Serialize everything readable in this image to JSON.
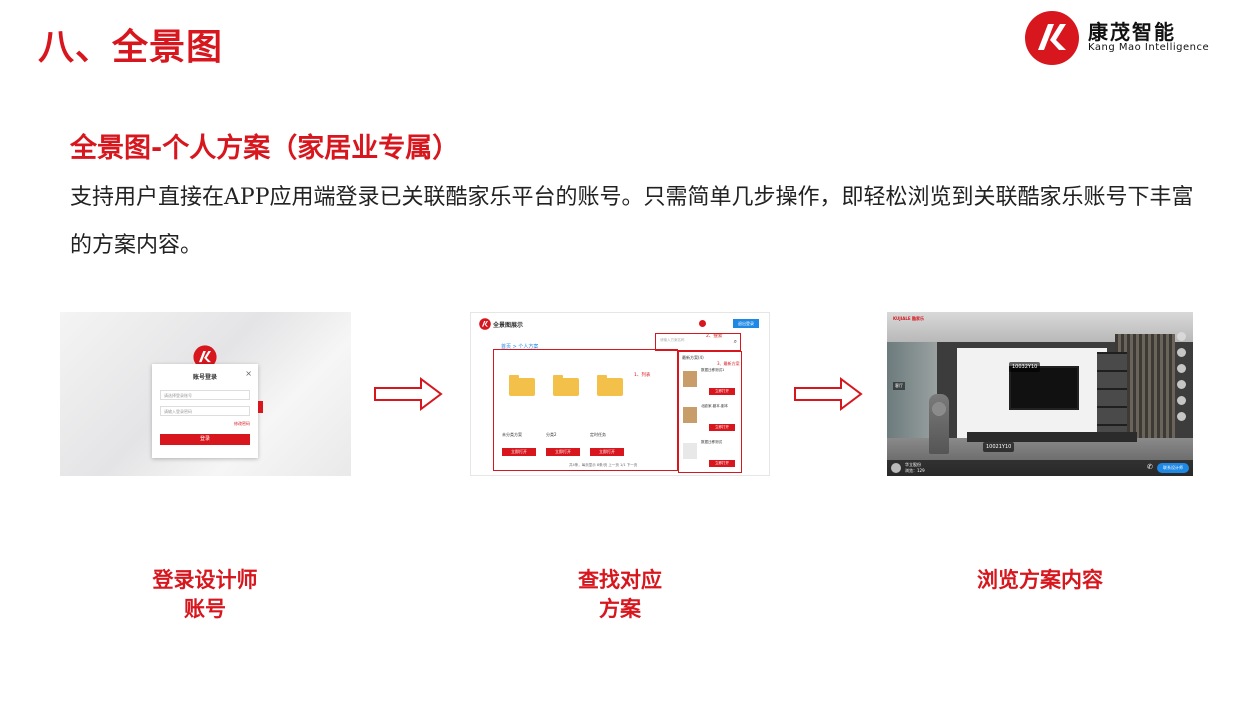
{
  "section_title": "八、全景图",
  "brand": {
    "name_cn": "康茂智能",
    "name_en": "Kang Mao Intelligence",
    "color": "#d7161e"
  },
  "subtitle": "全景图-个人方案（家居业专属）",
  "description": "支持用户直接在APP应用端登录已关联酷家乐平台的账号。只需简单几步操作，即轻松浏览到关联酷家乐账号下丰富的方案内容。",
  "screens": {
    "login": {
      "dialog_title": "账号登录",
      "close_label": "×",
      "account_placeholder": "请选择登录账号",
      "password_placeholder": "请输入登录密码",
      "forgot_label": "修改密码",
      "login_button": "登录"
    },
    "browse": {
      "app_title": "全景图展示",
      "exit_button": "退出登录",
      "breadcrumb": "首页 > 个人方案",
      "search_placeholder": "请输入方案名称",
      "search_step": "2、搜索",
      "list_step": "1、列表",
      "folders": [
        {
          "name": "未分类方案",
          "button": "立即打开"
        },
        {
          "name": "分类2",
          "button": "立即打开"
        },
        {
          "name": "定时任务",
          "button": "立即打开"
        }
      ],
      "footer": "共4条，每页显示 8条/页   上一页 1/1 下一页",
      "recent_title": "最新方案(4)",
      "recent_step": "3、最新方案",
      "recent_items": [
        {
          "name": "数据迁移测试1",
          "button": "立即打开"
        },
        {
          "name": "北欧家-副本-副本",
          "button": "立即打开"
        },
        {
          "name": "数据迁移测试",
          "button": "立即打开"
        }
      ]
    },
    "view": {
      "top_brand": "KUJIALE 酷家乐",
      "hotspot1": "10032Y10",
      "hotspot2": "10021Y10",
      "left_label": "客厅",
      "user_name": "华立股份",
      "user_sub": "浏览：129",
      "contact_button": "联系设计师"
    }
  },
  "steps": [
    {
      "line1": "登录设计师",
      "line2": "账号"
    },
    {
      "line1": "查找对应",
      "line2": "方案"
    },
    {
      "line1": "浏览方案内容",
      "line2": ""
    }
  ]
}
